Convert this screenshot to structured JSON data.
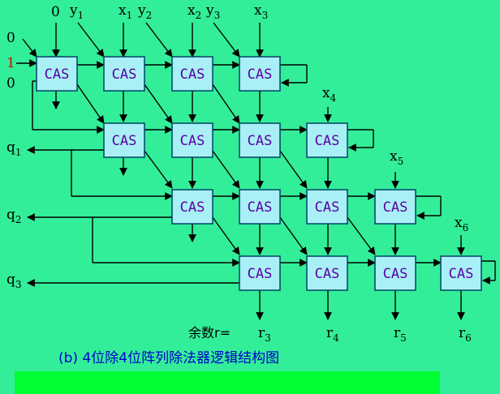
{
  "cell_label": "CAS",
  "inputs": {
    "zero_top": "0",
    "y1": "y",
    "y1_sub": "1",
    "x1": "x",
    "x1_sub": "1",
    "y2": "y",
    "y2_sub": "2",
    "x2": "x",
    "x2_sub": "2",
    "y3": "y",
    "y3_sub": "3",
    "x3": "x",
    "x3_sub": "3",
    "x4": "x",
    "x4_sub": "4",
    "x5": "x",
    "x5_sub": "5",
    "x6": "x",
    "x6_sub": "6"
  },
  "left_inputs": {
    "zero_a": "0",
    "one": "1",
    "zero_b": "0"
  },
  "quotients": {
    "q1": "q",
    "q1_sub": "1",
    "q2": "q",
    "q2_sub": "2",
    "q3": "q",
    "q3_sub": "3"
  },
  "remainder": {
    "prefix": "余数r=",
    "r": "r",
    "r3_sub": "3",
    "r4_sub": "4",
    "r5_sub": "5",
    "r6_sub": "6"
  },
  "caption": "(b)  4位除4位阵列除法器逻辑结构图",
  "colors": {
    "background": "#33ee99",
    "cell_fill": "#a8f0f5",
    "cell_text": "#5a00a8",
    "caption_text": "#0000cc",
    "bar": "#00ff33"
  }
}
